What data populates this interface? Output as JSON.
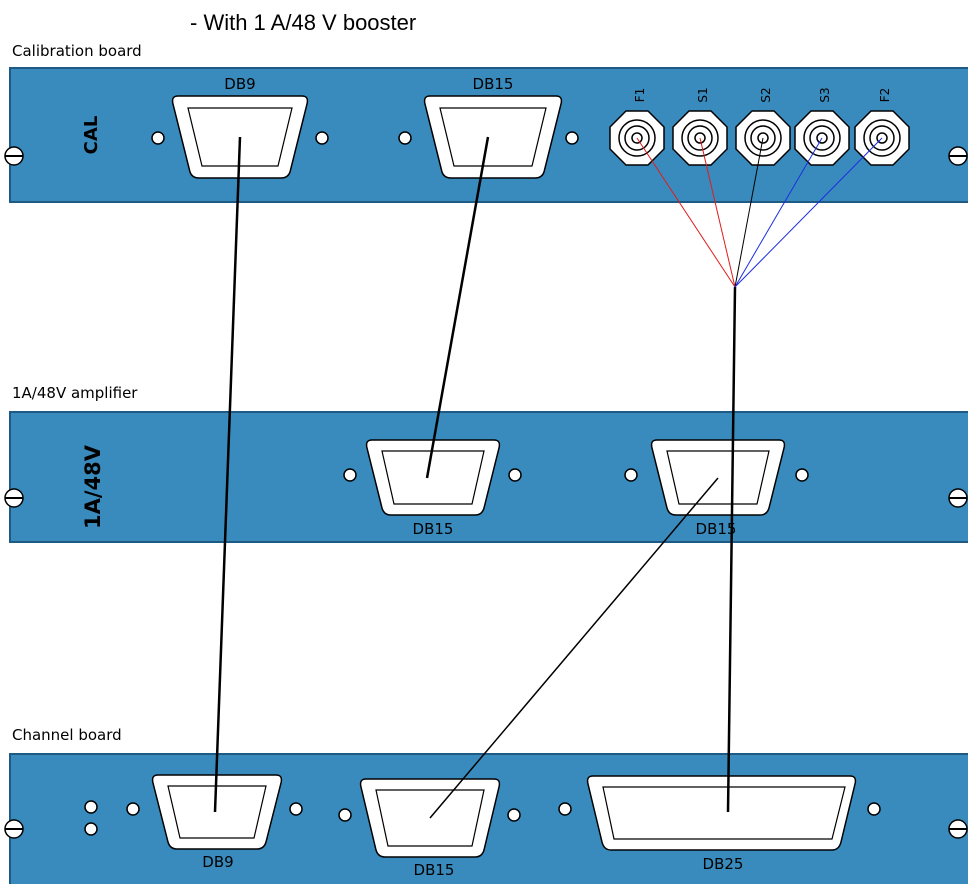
{
  "heading": "- With 1 A/48 V booster",
  "colors": {
    "panel": "#3a8bbd",
    "panel_edge": "#1e5a84",
    "connector_face": "#ffffff",
    "cable_black": "#000000",
    "cable_red": "#e21b1b",
    "cable_blue": "#1c2fe0"
  },
  "boards": {
    "calibration": {
      "title": "Calibration board",
      "side_label": "CAL",
      "connectors": {
        "db9": "DB9",
        "db15": "DB15"
      },
      "bnc": [
        {
          "label": "F1",
          "wire_color": "red"
        },
        {
          "label": "S1",
          "wire_color": "red"
        },
        {
          "label": "S2",
          "wire_color": "black"
        },
        {
          "label": "S3",
          "wire_color": "blue"
        },
        {
          "label": "F2",
          "wire_color": "blue"
        }
      ]
    },
    "amplifier": {
      "title": "1A/48V amplifier",
      "side_label": "1A/48V",
      "connectors": {
        "left": "DB15",
        "right": "DB15"
      }
    },
    "channel": {
      "title": "Channel board",
      "connectors": {
        "db9": "DB9",
        "db15": "DB15",
        "db25": "DB25"
      }
    }
  }
}
